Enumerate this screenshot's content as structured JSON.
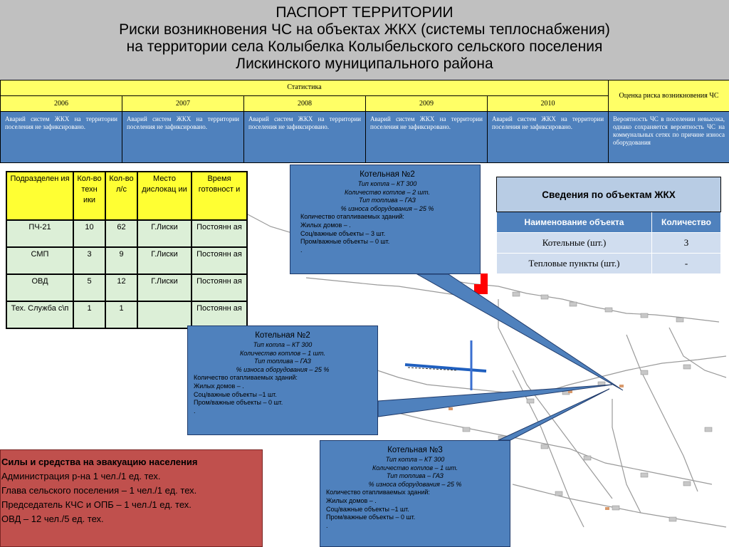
{
  "header": {
    "line1": "ПАСПОРТ ТЕРРИТОРИИ",
    "line2": "Риски возникновения ЧС на объектах ЖКХ (системы теплоснабжения)",
    "line3": "на территории села Колыбелка Колыбельского сельского поселения",
    "line4": "Лискинского муниципального района"
  },
  "stats": {
    "title": "Статистика",
    "risk_header": "Оценка риска возникновения ЧС",
    "years": [
      "2006",
      "2007",
      "2008",
      "2009",
      "2010"
    ],
    "entries": [
      "Аварий систем ЖКХ на территории поселения не зафиксировано.",
      "Аварий систем ЖКХ на территории поселения не зафиксировано.",
      "Аварий систем ЖКХ на территории поселения не зафиксировано.",
      "Аварий систем ЖКХ на территории поселения не зафиксировано.",
      "Аварий систем ЖКХ на территории поселения не зафиксировано."
    ],
    "risk_text": "Вероятность ЧС в поселении невысока, однако сохраняется вероятность ЧС на коммунальных сетях по причине износа оборудования"
  },
  "forces": {
    "headers": [
      "Подразделен ия",
      "Кол-во техн ики",
      "Кол-во л/с",
      "Место дислокац ии",
      "Время готовност и"
    ],
    "rows": [
      {
        "unit": "ПЧ-21",
        "tech": "10",
        "staff": "62",
        "place": "Г.Лиски",
        "time": "Постоянн ая"
      },
      {
        "unit": "СМП",
        "tech": "3",
        "staff": "9",
        "place": "Г.Лиски",
        "time": "Постоянн ая"
      },
      {
        "unit": "ОВД",
        "tech": "5",
        "staff": "12",
        "place": "Г.Лиски",
        "time": "Постоянн ая"
      },
      {
        "unit": "Тех. Служба с\\п",
        "tech": "1",
        "staff": "1",
        "place": "",
        "time": "Постоянн ая"
      }
    ]
  },
  "objects": {
    "title": "Сведения по объектам ЖКХ",
    "col_name": "Наименование объекта",
    "col_qty": "Количество",
    "rows": [
      {
        "name": "Котельные (шт.)",
        "qty": "3"
      },
      {
        "name": "Тепловые пункты (шт.)",
        "qty": "-"
      }
    ]
  },
  "boilers": [
    {
      "title": "Котельная №2",
      "type": "Тип котла – КТ 300",
      "count": "Количество котлов – 2 шт.",
      "fuel": "Тип топлива – ГАЗ",
      "wear": "% износа оборудования – 25 %",
      "heated": "Количество отапливаемых зданий:",
      "houses": "Жилых домов – .",
      "social": "Соц/важные объекты – 3 шт.",
      "industrial": "Пром/важные объекты – 0 шт.",
      "end": "."
    },
    {
      "title": "Котельная №2",
      "type": "Тип котла – КТ 300",
      "count": "Количество котлов – 1 шт.",
      "fuel": "Тип топлива – ГАЗ",
      "wear": "% износа оборудования – 25 %",
      "heated": "Количество отапливаемых зданий:",
      "houses": "Жилых домов – .",
      "social": "Соц/важные объекты –1 шт.",
      "industrial": "Пром/важные объекты – 0 шт.",
      "end": "."
    },
    {
      "title": "Котельная №3",
      "type": "Тип котла – КТ 300",
      "count": "Количество котлов – 1 шт.",
      "fuel": "Тип топлива – ГАЗ",
      "wear": "% износа оборудования – 25 %",
      "heated": "Количество отапливаемых зданий:",
      "houses": "Жилых домов – .",
      "social": "Соц/важные объекты –1 шт.",
      "industrial": "Пром/важные объекты – 0 шт.",
      "end": "."
    }
  ],
  "evacuation": {
    "title": "Силы и средства на эвакуацию населения",
    "lines": [
      "Администрация р-на 1 чел./1 ед. тех.",
      "Глава сельского поселения – 1 чел./1 ед. тех.",
      "Председатель КЧС и ОПБ – 1 чел./1 ед. тех.",
      "ОВД – 12 чел./5 ед. тех."
    ]
  },
  "colors": {
    "header_bg": "#c0c0c0",
    "yellow": "#ffff66",
    "blue": "#4f81bd",
    "red_box": "#c0504d",
    "marker": "#ff0000"
  }
}
